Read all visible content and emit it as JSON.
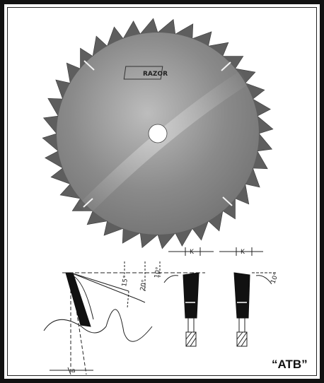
{
  "figure": {
    "blade_logo": "RAZOR",
    "badge": "“ATB”",
    "dimension_labels": {
      "k_left": "K",
      "k_right": "K",
      "angle_15": "15°",
      "angle_20": "20°",
      "angle_10_left": "10°",
      "angle_10_right": "10°",
      "angle_a": "a"
    }
  }
}
